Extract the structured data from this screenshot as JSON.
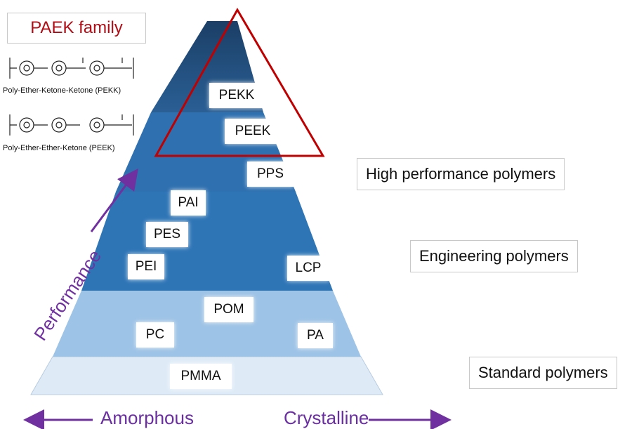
{
  "paek": {
    "title": "PAEK family",
    "pekk_caption": "Poly-Ether-Ketone-Ketone (PEKK)",
    "peek_caption": "Poly-Ether-Ether-Ketone (PEEK)"
  },
  "polymers": {
    "pekk": "PEKK",
    "peek": "PEEK",
    "pps": "PPS",
    "pai": "PAI",
    "pes": "PES",
    "pei": "PEI",
    "lcp": "LCP",
    "pom": "POM",
    "pc": "PC",
    "pa": "PA",
    "pmma": "PMMA"
  },
  "tiers": {
    "high": "High performance polymers",
    "engineering": "Engineering polymers",
    "standard": "Standard polymers"
  },
  "axes": {
    "performance": "Performance",
    "amorphous": "Amorphous",
    "crystalline": "Crystalline"
  },
  "colors": {
    "top": "#1f4e79",
    "high": "#2e75b6",
    "engineering": "#2e75b6",
    "standard_mid": "#9dc3e6",
    "standard_base": "#deebf7",
    "paek_outline": "#c00000",
    "arrow": "#7030a0"
  }
}
